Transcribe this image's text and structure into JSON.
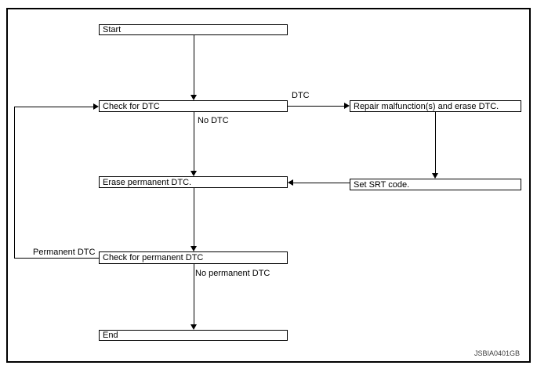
{
  "figure": {
    "code": "JSBIA0401GB"
  },
  "flowchart": {
    "type": "flowchart",
    "nodes": [
      {
        "id": "start",
        "label": "Start"
      },
      {
        "id": "check-dtc",
        "label": "Check for DTC"
      },
      {
        "id": "repair-erase-dtc",
        "label": "Repair malfunction(s) and erase DTC."
      },
      {
        "id": "erase-permanent-dtc",
        "label": "Erase permanent DTC."
      },
      {
        "id": "set-srt-code",
        "label": "Set SRT code."
      },
      {
        "id": "check-permanent-dtc",
        "label": "Check for permanent DTC"
      },
      {
        "id": "end",
        "label": "End"
      }
    ],
    "edge_labels": [
      {
        "id": "dtc",
        "label": "DTC"
      },
      {
        "id": "no-dtc",
        "label": "No DTC"
      },
      {
        "id": "permanent-dtc",
        "label": "Permanent DTC"
      },
      {
        "id": "no-permanent-dtc",
        "label": "No permanent DTC"
      }
    ],
    "edges": [
      {
        "from": "start",
        "to": "check-dtc",
        "label": ""
      },
      {
        "from": "check-dtc",
        "to": "repair-erase-dtc",
        "label": "DTC"
      },
      {
        "from": "check-dtc",
        "to": "erase-permanent-dtc",
        "label": "No DTC"
      },
      {
        "from": "repair-erase-dtc",
        "to": "set-srt-code",
        "label": ""
      },
      {
        "from": "set-srt-code",
        "to": "erase-permanent-dtc",
        "label": ""
      },
      {
        "from": "erase-permanent-dtc",
        "to": "check-permanent-dtc",
        "label": ""
      },
      {
        "from": "check-permanent-dtc",
        "to": "check-dtc",
        "label": "Permanent DTC"
      },
      {
        "from": "check-permanent-dtc",
        "to": "end",
        "label": "No permanent DTC"
      }
    ]
  }
}
